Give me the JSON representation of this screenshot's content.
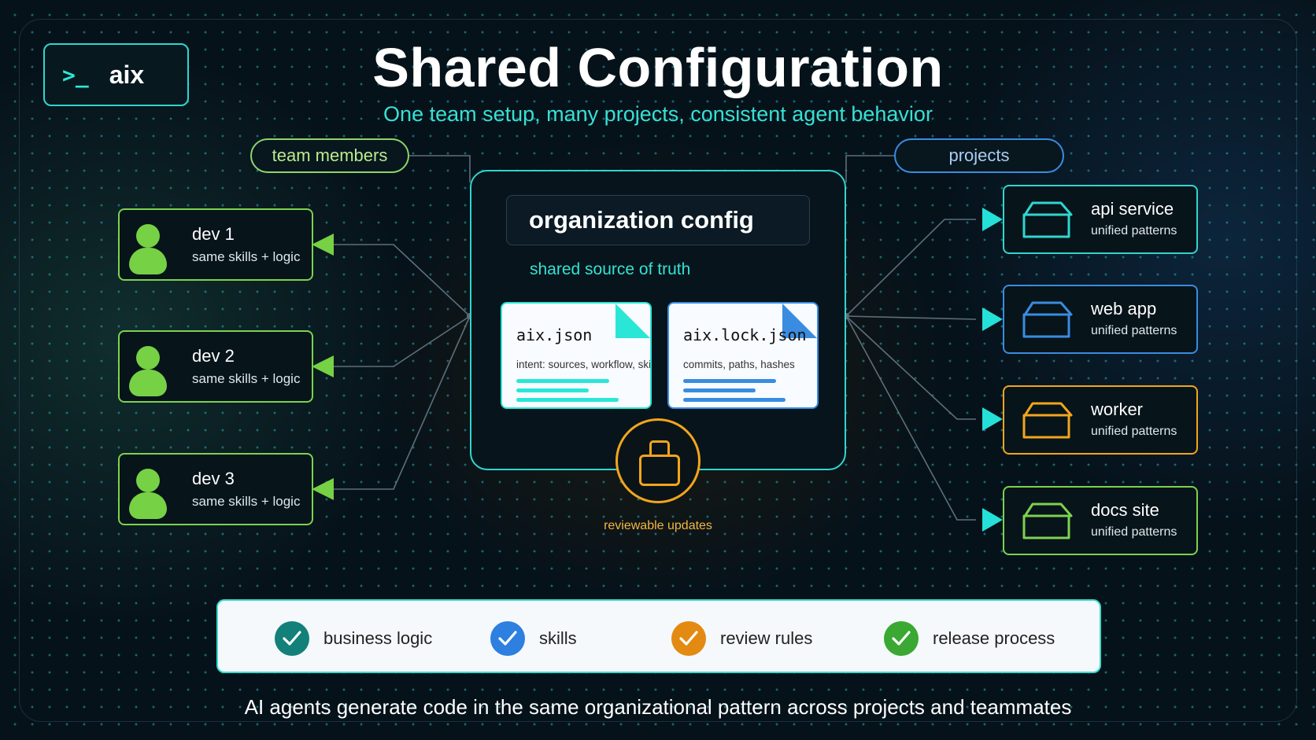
{
  "logo": {
    "prompt": ">_",
    "name": "aix"
  },
  "title": "Shared Configuration",
  "subtitle": "One team setup, many projects, consistent agent behavior",
  "team_label": "team members",
  "projects_label": "projects",
  "devs": [
    {
      "name": "dev 1",
      "sub": "same skills + logic"
    },
    {
      "name": "dev 2",
      "sub": "same skills + logic"
    },
    {
      "name": "dev 3",
      "sub": "same skills + logic"
    }
  ],
  "org": {
    "title": "organization config",
    "subtitle": "shared source of truth",
    "files": [
      {
        "name": "aix.json",
        "desc": "intent: sources, workflow, skills"
      },
      {
        "name": "aix.lock.json",
        "desc": "commits, paths, hashes"
      }
    ],
    "lock_label": "reviewable updates"
  },
  "projects": [
    {
      "name": "api service",
      "sub": "unified patterns",
      "color": "#2fd6cf"
    },
    {
      "name": "web app",
      "sub": "unified patterns",
      "color": "#3a8ce0"
    },
    {
      "name": "worker",
      "sub": "unified patterns",
      "color": "#f2a51d"
    },
    {
      "name": "docs site",
      "sub": "unified patterns",
      "color": "#7cd24e"
    }
  ],
  "checklist": [
    {
      "label": "business logic",
      "color": "#13807a",
      "icon": "check-icon"
    },
    {
      "label": "skills",
      "color": "#2d7fe0",
      "icon": "check-icon"
    },
    {
      "label": "review rules",
      "color": "#e38a12",
      "icon": "check-icon"
    },
    {
      "label": "release process",
      "color": "#3aa832",
      "icon": "check-icon"
    }
  ],
  "footer": "AI agents generate code in the same organizational pattern across projects and teammates"
}
